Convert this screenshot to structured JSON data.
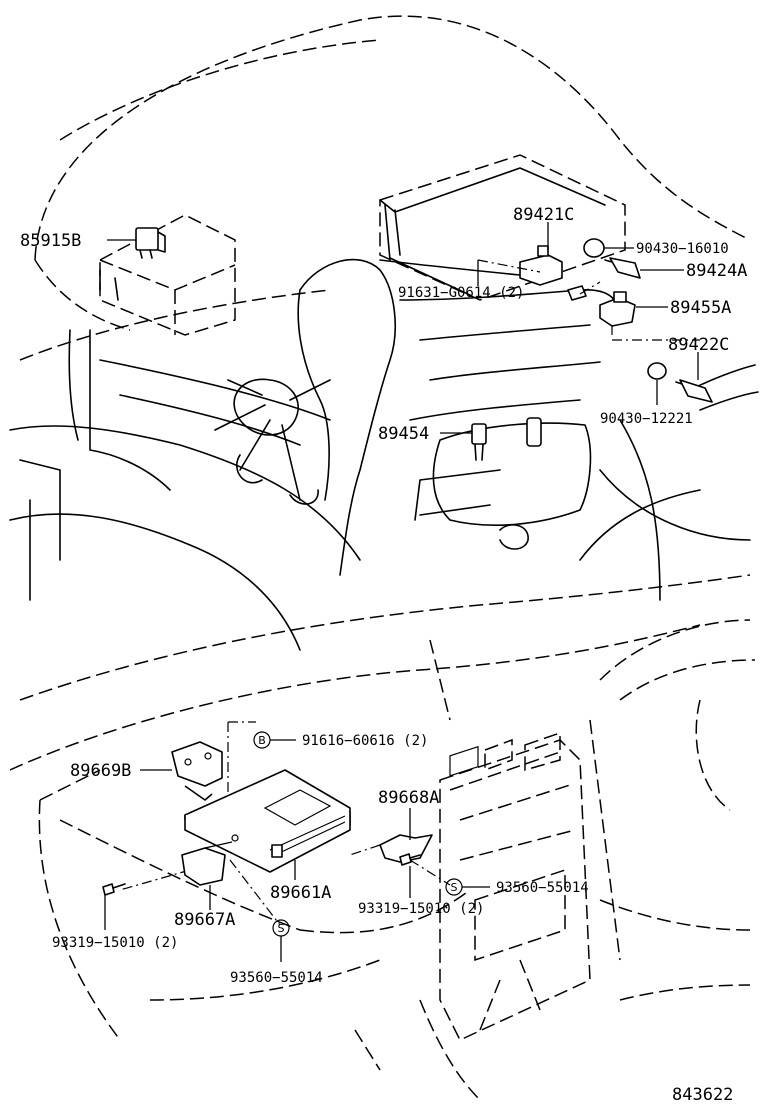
{
  "diagram_id": "843622",
  "callouts": {
    "p85915B": "85915B",
    "p89421C": "89421C",
    "p90430_16010": "90430−16010",
    "p89424A": "89424A",
    "p91631": "91631−G0614 (2)",
    "p89455A": "89455A",
    "p89422C": "89422C",
    "p90430_12221": "90430−12221",
    "p89454": "89454",
    "p91616": "91616−60616 (2)",
    "p89669B": "89669B",
    "p89668A": "89668A",
    "p89661A": "89661A",
    "p93319_left": "93319−15010 (2)",
    "p89667A": "89667A",
    "p93319_right": "93319−15010 (2)",
    "p93560_right": "93560−55014",
    "p93560_bottom": "93560−55014"
  },
  "symbols": {
    "bolt_marker": "B",
    "screw_marker": "S"
  }
}
